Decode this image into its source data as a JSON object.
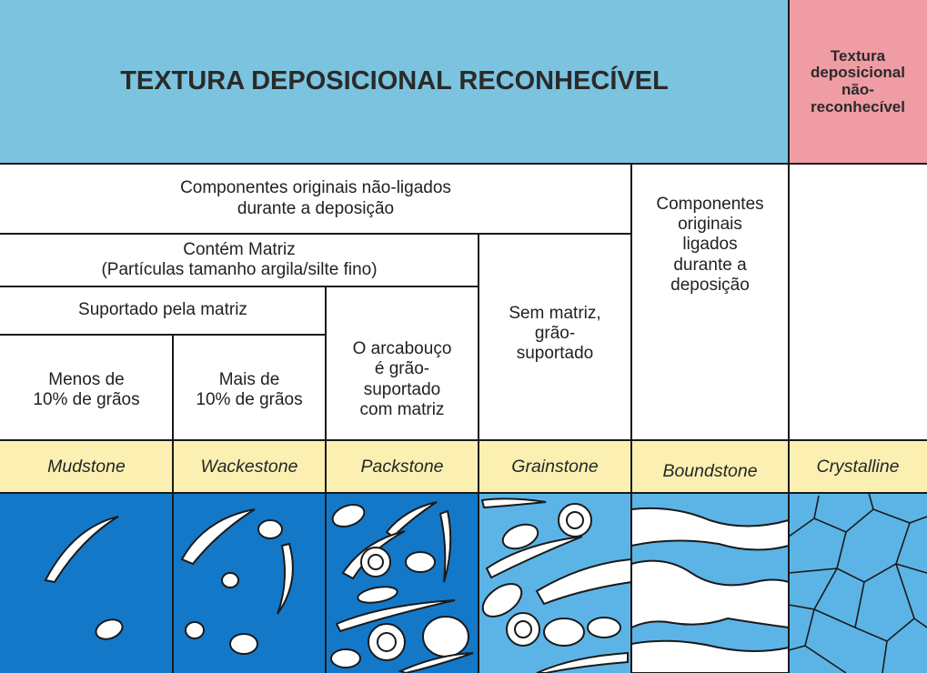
{
  "header": {
    "main_title": "TEXTURA DEPOSICIONAL RECONHECÍVEL",
    "side_title": "Textura\ndeposicional\nnão-\nreconhecível"
  },
  "rows": {
    "unbound": "Componentes originais  não-ligados\ndurante a deposição",
    "bound": "Componentes\noriginais\nligados\ndurante a\ndeposição",
    "matrix": "Contém Matriz\n(Partículas tamanho argila/silte fino)",
    "no_matrix": "Sem matriz,\ngrão-\nsuportado",
    "matrix_supported": "Suportado pela matriz",
    "grain_supported": "O arcabouço\né grão-\nsuportado\ncom matriz",
    "less_10": "Menos de\n10% de grãos",
    "more_10": "Mais de\n10% de grãos"
  },
  "names": [
    "Mudstone",
    "Wackestone",
    "Packstone",
    "Grainstone",
    "Boundstone",
    "Crystalline"
  ],
  "colors": {
    "header_blue": "#7cc3df",
    "header_pink": "#ef9ca4",
    "name_row": "#fbf0b2",
    "rock_dark": "#1478c8",
    "rock_light": "#5cb4e6",
    "grain": "#ffffff",
    "line": "#1a1a1a"
  }
}
